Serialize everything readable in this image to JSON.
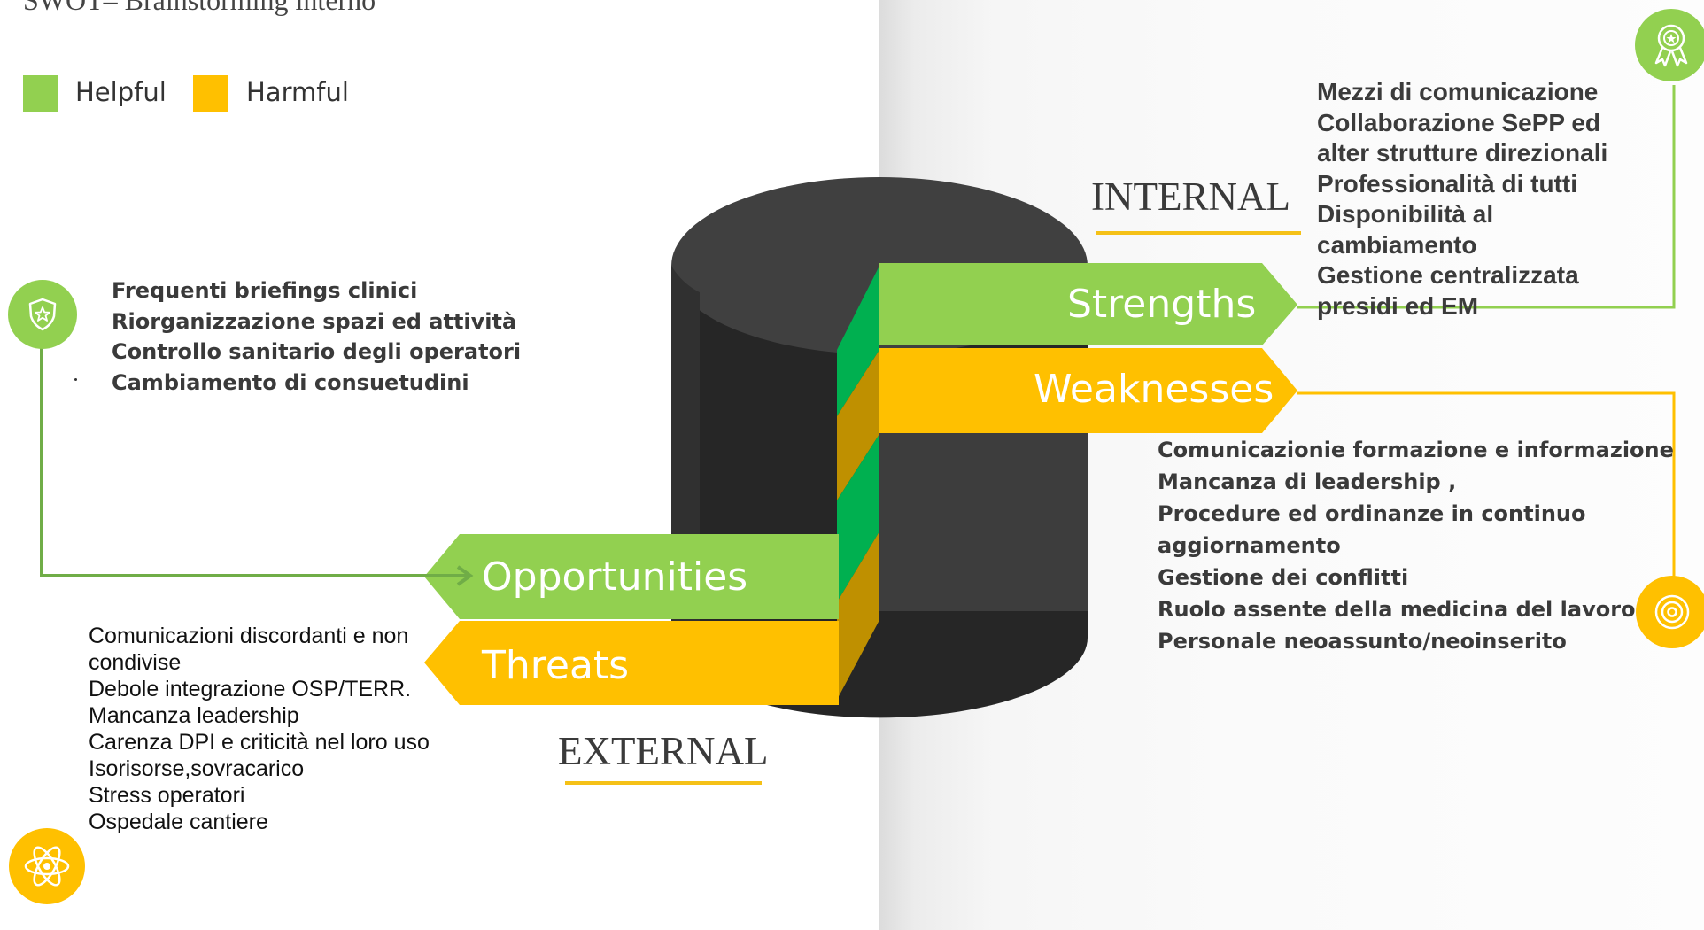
{
  "title": "SWOT– Brainstorming interno",
  "legend": {
    "helpful": {
      "label": "Helpful",
      "color": "#92d050"
    },
    "harmful": {
      "label": "Harmful",
      "color": "#ffc000"
    }
  },
  "sections": {
    "internal": "INTERNAL",
    "external": "EXTERNAL"
  },
  "arrows": {
    "strengths": "Strengths",
    "weaknesses": "Weaknesses",
    "opportunities": "Opportunities",
    "threats": "Threats"
  },
  "strengths_items": [
    "Mezzi di comunicazione",
    "Collaborazione SePP ed",
    "alter strutture direzionali",
    "Professionalità di tutti",
    "Disponibilità al",
    "cambiamento",
    "Gestione centralizzata",
    "presidi ed EM"
  ],
  "opportunities_items": [
    "Frequenti briefings clinici",
    "Riorganizzazione spazi ed attività",
    "Controllo sanitario degli operatori",
    "Cambiamento di consuetudini"
  ],
  "weaknesses_items": [
    "Comunicazionie formazione e informazione",
    "Mancanza di leadership ,",
    "Procedure ed ordinanze in continuo",
    "aggiornamento",
    "Gestione dei conflitti",
    "Ruolo assente della medicina del lavoro",
    "Personale neoassunto/neoinserito"
  ],
  "threats_items": [
    "Comunicazioni discordanti e non",
    "condivise",
    "Debole integrazione OSP/TERR.",
    "Mancanza leadership",
    "Carenza DPI e criticità nel loro uso",
    "Isorisorse,sovracarico",
    "Stress operatori",
    "Ospedale cantiere"
  ],
  "icons": {
    "strengths": "award-ribbon-icon",
    "weaknesses": "target-icon",
    "opportunities": "shield-star-icon",
    "threats": "atom-icon"
  },
  "colors": {
    "green": "#92d050",
    "dark_green": "#00b050",
    "yellow": "#ffc000",
    "dark_yellow": "#bf9000",
    "cylinder_dark": "#262626",
    "cylinder_top": "#404040",
    "line_green": "#70ad47",
    "underline": "#f5c117"
  }
}
